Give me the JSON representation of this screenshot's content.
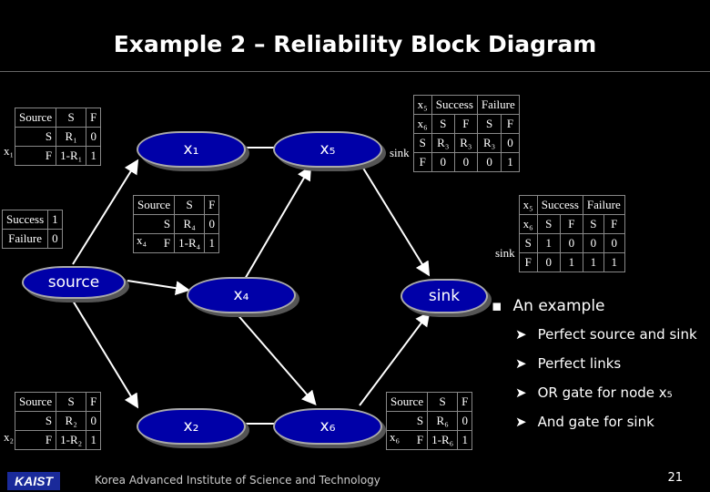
{
  "title": "Example 2 – Reliability Block Diagram",
  "nodes": {
    "x1": "x₁",
    "x5": "x₅",
    "x4": "x₄",
    "x2": "x₂",
    "x6": "x₆",
    "source": "source",
    "sink": "sink"
  },
  "table_x1": {
    "header": [
      "Source",
      "S",
      "F"
    ],
    "var": "x₁",
    "rows": [
      [
        "S",
        "R₁",
        "0"
      ],
      [
        "F",
        "1-R₁",
        "1"
      ]
    ]
  },
  "table_x4": {
    "header": [
      "Source",
      "S",
      "F"
    ],
    "var": "x₄",
    "rows": [
      [
        "S",
        "R₄",
        "0"
      ],
      [
        "F",
        "1-R₄",
        "1"
      ]
    ]
  },
  "table_x2": {
    "header": [
      "Source",
      "S",
      "F"
    ],
    "var": "x₂",
    "rows": [
      [
        "S",
        "R₂",
        "0"
      ],
      [
        "F",
        "1-R₂",
        "1"
      ]
    ]
  },
  "table_x6": {
    "header": [
      "Source",
      "S",
      "F"
    ],
    "var": "x₆",
    "rows": [
      [
        "S",
        "R₆",
        "0"
      ],
      [
        "F",
        "1-R₆",
        "1"
      ]
    ]
  },
  "source_table": {
    "rows": [
      [
        "Success",
        "1"
      ],
      [
        "Failure",
        "0"
      ]
    ]
  },
  "sink_table_top": {
    "row_x5": [
      "x₅",
      "Success",
      "Failure"
    ],
    "row_x6": [
      "x₆",
      "S",
      "F",
      "S",
      "F"
    ],
    "label": "sink",
    "rows": [
      [
        "S",
        "R₃",
        "R₃",
        "R₃",
        "0"
      ],
      [
        "F",
        "0",
        "0",
        "0",
        "1"
      ]
    ]
  },
  "sink_table_right": {
    "row_x5": [
      "x₅",
      "Success",
      "Failure"
    ],
    "row_x6": [
      "x₆",
      "S",
      "F",
      "S",
      "F"
    ],
    "label": "sink",
    "rows": [
      [
        "S",
        "1",
        "0",
        "0",
        "0"
      ],
      [
        "F",
        "0",
        "1",
        "1",
        "1"
      ]
    ]
  },
  "bullets": {
    "main": "An example",
    "items": [
      "Perfect source and sink",
      "Perfect links",
      "OR gate for node x₅",
      "And gate for sink"
    ]
  },
  "footer": "Korea Advanced Institute of Science and Technology",
  "logo": "KAIST",
  "page_number": "21"
}
